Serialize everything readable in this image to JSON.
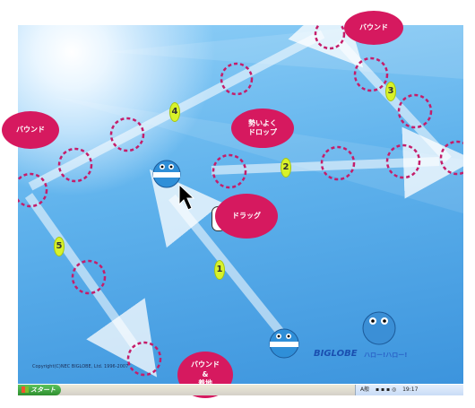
{
  "callouts": {
    "bound_top": "バウンド",
    "bound_left": "バウンド",
    "drop": "勢いよく\nドロップ",
    "drag": "ドラッグ",
    "bound_land": "バウンド\n&\n着地"
  },
  "steps": [
    "1",
    "2",
    "3",
    "4",
    "5"
  ],
  "desktop": {
    "copyright": "Copyright(C)NEC BIGLOBE, Ltd. 1996-2007",
    "brand": "BIGLOBE",
    "brand_sub": "ハロー!ハロー!"
  },
  "taskbar": {
    "start_label": "スタート",
    "tray_text": "A般",
    "clock": "19:17"
  },
  "icons": {
    "pointer": "cursor-arrow-icon",
    "mouse": "mouse-icon",
    "mascot": "biglobe-mascot-icon"
  },
  "colors": {
    "callout": "#d6195f",
    "dashed_circle": "#c51d6a",
    "number_badge": "#d8f22a"
  }
}
